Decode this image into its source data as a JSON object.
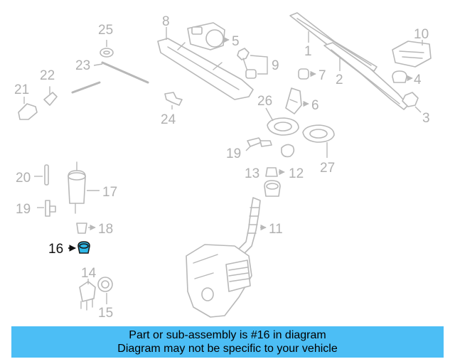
{
  "diagram": {
    "callouts": [
      {
        "n": "1"
      },
      {
        "n": "2"
      },
      {
        "n": "3"
      },
      {
        "n": "4"
      },
      {
        "n": "5"
      },
      {
        "n": "6"
      },
      {
        "n": "7"
      },
      {
        "n": "8"
      },
      {
        "n": "9"
      },
      {
        "n": "10"
      },
      {
        "n": "11"
      },
      {
        "n": "12"
      },
      {
        "n": "13"
      },
      {
        "n": "14"
      },
      {
        "n": "15"
      },
      {
        "n": "16"
      },
      {
        "n": "17"
      },
      {
        "n": "18"
      },
      {
        "n": "19"
      },
      {
        "n": "19"
      },
      {
        "n": "20"
      },
      {
        "n": "21"
      },
      {
        "n": "22"
      },
      {
        "n": "23"
      },
      {
        "n": "24"
      },
      {
        "n": "25"
      },
      {
        "n": "26"
      },
      {
        "n": "27"
      }
    ],
    "highlighted": "16",
    "highlight_color": "#2fb8e8"
  },
  "banner": {
    "line1": "Part or sub-assembly is #16 in diagram",
    "line2": "Diagram may not be specific to your vehicle",
    "color": "#4cbef5"
  }
}
